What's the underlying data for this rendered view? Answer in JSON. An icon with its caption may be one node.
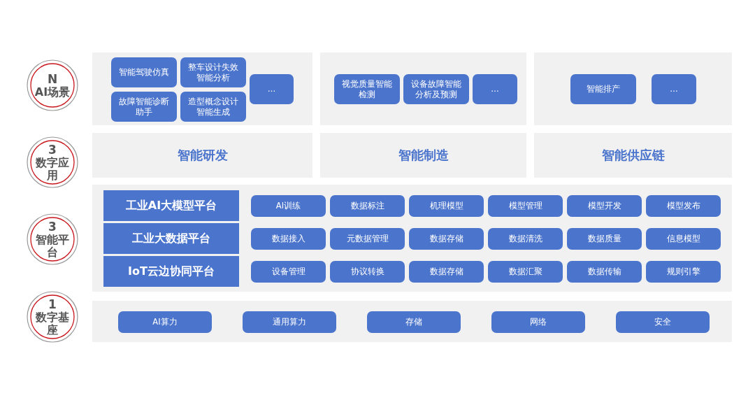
{
  "diagram": {
    "nodes": [
      {
        "text": [
          "N",
          "AI场景"
        ]
      },
      {
        "text": [],
        "shape": "box"
      },
      {
        "text": [
          "智能驾驶仿真"
        ],
        "in": 1
      },
      {
        "text": [
          "整车设计失效智能分析"
        ],
        "in": 1
      },
      {
        "text": [
          "故障智能诊断助手"
        ],
        "in": 1
      },
      {
        "text": [
          "造型概念设计智能生成"
        ],
        "in": 1
      },
      {
        "text": [
          "…"
        ],
        "in": 1
      },
      {
        "text": [],
        "shape": "box"
      },
      {
        "text": [
          "视觉质量智能检测"
        ],
        "in": 7
      },
      {
        "text": [
          "设备故障智能分析及预测"
        ],
        "in": 7
      },
      {
        "text": [
          "…"
        ],
        "in": 7
      },
      {
        "text": [],
        "shape": "box"
      },
      {
        "text": [
          "智能排产"
        ],
        "in": 11
      },
      {
        "text": [
          "…"
        ],
        "in": 11
      },
      {
        "text": [
          "3",
          "数字应用"
        ]
      },
      {
        "text": [
          "智能研发"
        ]
      },
      {
        "text": [
          "智能制造"
        ]
      },
      {
        "text": [
          "智能供应链"
        ]
      },
      {
        "text": [
          "3",
          "智能平台"
        ]
      },
      {
        "text": [],
        "shape": "box"
      },
      {
        "text": [
          "工业AI大模型平台"
        ],
        "in": 19
      },
      {
        "text": [
          "AI训练"
        ],
        "in": 19
      },
      {
        "text": [
          "数据标注"
        ],
        "in": 19
      },
      {
        "text": [
          "机理模型"
        ],
        "in": 19
      },
      {
        "text": [
          "模型管理"
        ],
        "in": 19
      },
      {
        "text": [
          "模型开发"
        ],
        "in": 19
      },
      {
        "text": [
          "模型发布"
        ],
        "in": 19
      },
      {
        "text": [
          "工业大数据平台"
        ],
        "in": 19
      },
      {
        "text": [
          "数据接入"
        ],
        "in": 19
      },
      {
        "text": [
          "元数据管理"
        ],
        "in": 19
      },
      {
        "text": [
          "数据存储"
        ],
        "in": 19
      },
      {
        "text": [
          "数据清洗"
        ],
        "in": 19
      },
      {
        "text": [
          "数据质量"
        ],
        "in": 19
      },
      {
        "text": [
          "信息模型"
        ],
        "in": 19
      },
      {
        "text": [
          "IoT云边协同平台"
        ],
        "in": 19
      },
      {
        "text": [
          "设备管理"
        ],
        "in": 19
      },
      {
        "text": [
          "协议转换"
        ],
        "in": 19
      },
      {
        "text": [
          "数据存储"
        ],
        "in": 19
      },
      {
        "text": [
          "数据汇聚"
        ],
        "in": 19
      },
      {
        "text": [
          "数据传输"
        ],
        "in": 19
      },
      {
        "text": [
          "规则引擎"
        ],
        "in": 19
      },
      {
        "text": [
          "1",
          "数字基座"
        ]
      },
      {
        "text": [],
        "shape": "box"
      },
      {
        "text": [
          "AI算力"
        ],
        "in": 42
      },
      {
        "text": [
          "通用算力"
        ],
        "in": 42
      },
      {
        "text": [
          "存储"
        ],
        "in": 42
      },
      {
        "text": [
          "网络"
        ],
        "in": 42
      },
      {
        "text": [
          "安全"
        ],
        "in": 42
      }
    ]
  }
}
